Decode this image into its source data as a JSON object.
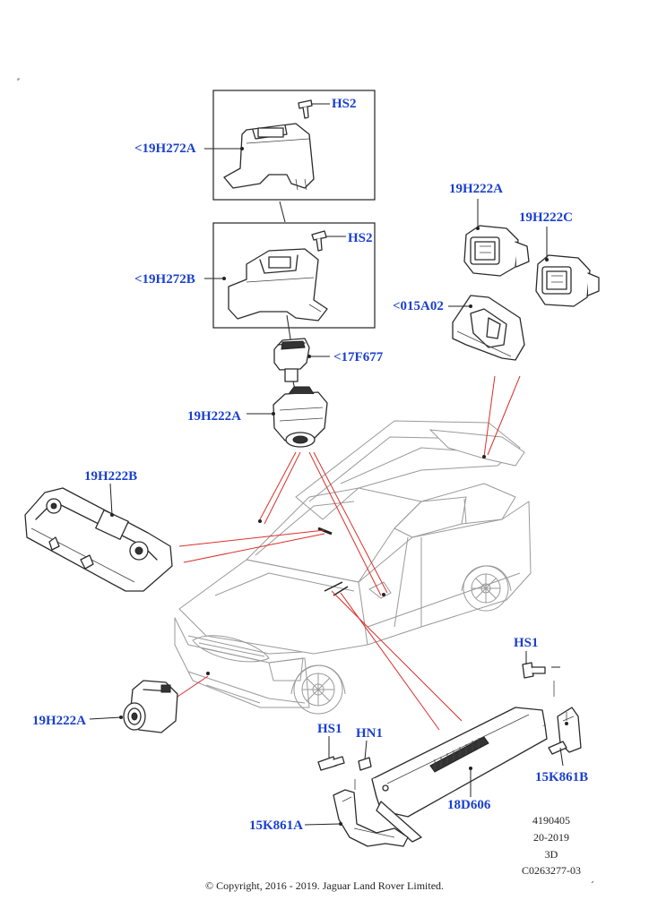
{
  "labels": {
    "hs2_top": "HS2",
    "bracket_a": "<19H272A",
    "hs2_mid": "HS2",
    "bracket_b": "<19H272B",
    "connector": "<17F677",
    "camera_mirror": "19H222A",
    "camera_panel": "19H222B",
    "camera_front": "19H222A",
    "rear_cam_a": "19H222A",
    "rear_cam_c": "19H222C",
    "bracket_rear": "<015A02",
    "hs1_right": "HS1",
    "bracket_b_right": "15K861B",
    "hs1_bottom": "HS1",
    "hn1": "HN1",
    "module": "18D606",
    "bracket_a_bottom": "15K861A"
  },
  "meta": {
    "ref": "4190405",
    "date": "20-2019",
    "view": "3D",
    "code": "C0263277-03"
  },
  "copyright": "© Copyright, 2016 - 2019. Jaguar Land Rover Limited."
}
